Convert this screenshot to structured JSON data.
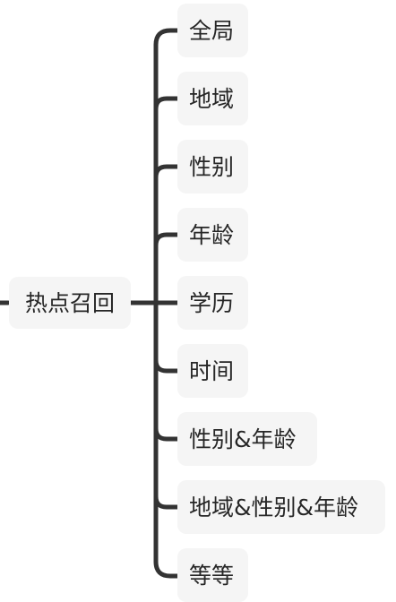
{
  "mindmap": {
    "root": {
      "label": "热点召回"
    },
    "branches": [
      {
        "label": "全局"
      },
      {
        "label": "地域"
      },
      {
        "label": "性别"
      },
      {
        "label": "年龄"
      },
      {
        "label": "学历"
      },
      {
        "label": "时间"
      },
      {
        "label": "性别&年龄"
      },
      {
        "label": "地域&性别&年龄"
      },
      {
        "label": "等等"
      }
    ],
    "colors": {
      "connector": "#333333",
      "node_fill": "#f5f5f5",
      "text": "#262626"
    }
  }
}
